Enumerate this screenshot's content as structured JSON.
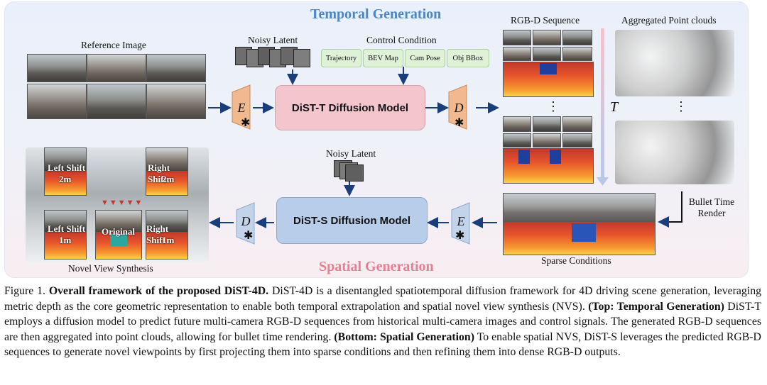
{
  "titles": {
    "temporal": "Temporal Generation",
    "spatial": "Spatial Generation"
  },
  "labels": {
    "reference_image": "Reference Image",
    "noisy_latent_top": "Noisy Latent",
    "control_condition": "Control Condition",
    "rgbd_sequence": "RGB-D Sequence",
    "aggregated_point_clouds": "Aggregated Point clouds",
    "noisy_latent_bottom": "Noisy Latent",
    "bullet_time_line1": "Bullet Time",
    "bullet_time_line2": "Render",
    "sparse_conditions": "Sparse Conditions",
    "novel_view_synthesis": "Novel View Synthesis",
    "time_symbol": "T",
    "ellipsis": "⋮"
  },
  "control_conditions": [
    "Trajectory",
    "BEV Map",
    "Cam Pose",
    "Obj BBox"
  ],
  "models": {
    "temporal": "DiST-T Diffusion Model",
    "spatial": "DiST-S Diffusion Model"
  },
  "coders": {
    "encoder": "E",
    "decoder": "D",
    "frozen_mark": "✱"
  },
  "nvs_views": {
    "left_shift_2": {
      "name": "Left Shift",
      "value": "2m"
    },
    "right_shift_2": {
      "name": "Right Shift",
      "value": "2m"
    },
    "left_shift_1": {
      "name": "Left Shift",
      "value": "1m"
    },
    "original": {
      "name": "Original"
    },
    "right_shift_1": {
      "name": "Right Shift",
      "value": "1m"
    }
  },
  "caption": {
    "fig": "Figure 1.",
    "title": "Overall framework of the proposed DiST-4D.",
    "text1": " DiST-4D is a disentangled spatiotemporal diffusion framework for 4D driving scene generation, leveraging metric depth as the core geometric representation to enable both temporal extrapolation and spatial novel view synthesis (NVS). ",
    "top_label": "(Top: Temporal Generation)",
    "text2": " DiST-T employs a diffusion model to predict future multi-camera RGB-D sequences from historical multi-camera images and control signals. The generated RGB-D sequences are then aggregated into point clouds, allowing for bullet time rendering. ",
    "bottom_label": "(Bottom: Spatial Generation)",
    "text3": " To enable spatial NVS, DiST-S leverages the predicted RGB-D sequences to generate novel viewpoints by first projecting them into sparse conditions and then refining them into dense RGB-D outputs."
  },
  "colors": {
    "temporal_title": "#4a86c8",
    "spatial_title": "#e87e92",
    "dist_t_box": "#f2c6cc",
    "dist_s_box": "#b7cdea",
    "encoder_top": "#f0b990",
    "encoder_bottom": "#c3d3ea",
    "control_box": "#dff1d6",
    "arrow": "#1a3d7c"
  }
}
